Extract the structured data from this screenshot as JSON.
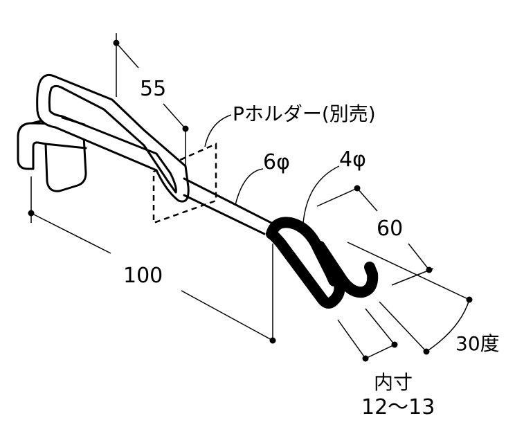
{
  "labels": {
    "dim_55": "55",
    "p_holder": "Pホルダー(別売)",
    "dia_6": "6φ",
    "dia_4": "4φ",
    "dim_60": "60",
    "dim_100": "100",
    "angle_30": "30度",
    "inner_title": "内寸",
    "inner_value": "12〜13"
  },
  "colors": {
    "line": "#000000",
    "background": "#ffffff"
  }
}
